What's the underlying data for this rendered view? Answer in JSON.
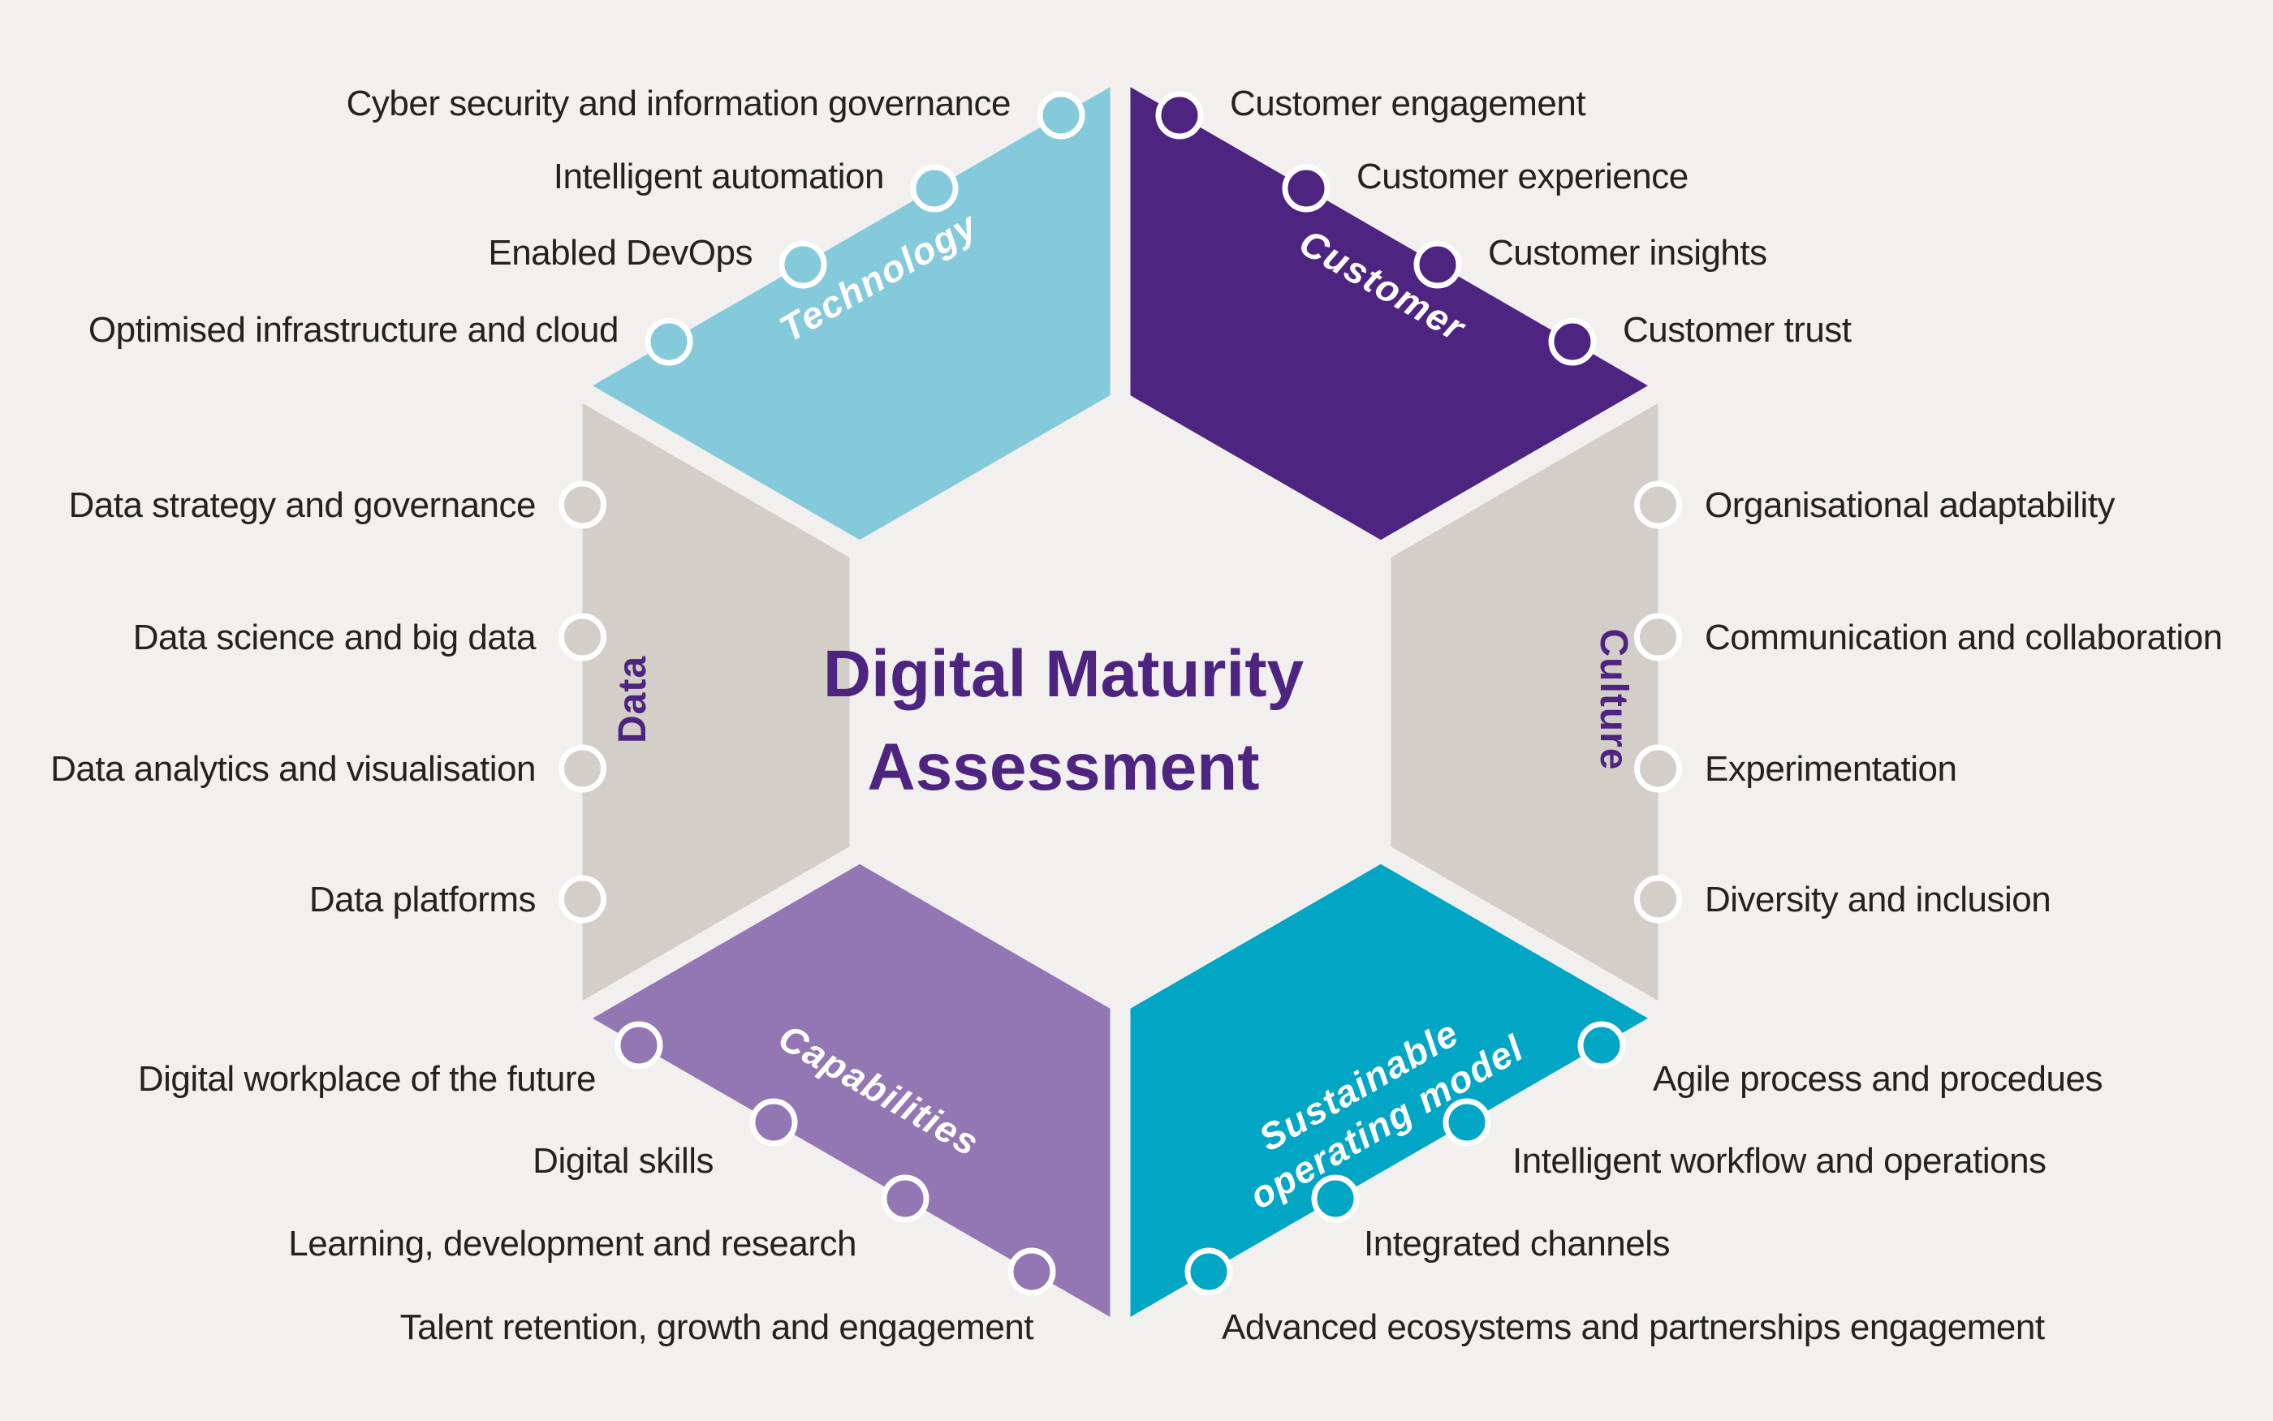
{
  "title": {
    "line1": "Digital Maturity",
    "line2": "Assessment"
  },
  "colors": {
    "background": "#f2f0ee",
    "title_text": "#4e2481",
    "item_text": "#232220",
    "dot_ring": "#ffffff"
  },
  "segments": [
    {
      "id": "technology",
      "label": "Technology",
      "color": "#85cadb",
      "label_color": "#ffffff",
      "items": [
        "Cyber security and information governance",
        "Intelligent automation",
        "Enabled DevOps",
        "Optimised infrastructure and cloud"
      ]
    },
    {
      "id": "customer",
      "label": "Customer",
      "color": "#4e2481",
      "label_color": "#ffffff",
      "items": [
        "Customer engagement",
        "Customer experience",
        "Customer insights",
        "Customer trust"
      ]
    },
    {
      "id": "culture",
      "label": "Culture",
      "color": "#d4cec8",
      "label_color": "#4e2481",
      "items": [
        "Organisational adaptability",
        "Communication and collaboration",
        "Experimentation",
        "Diversity and inclusion"
      ]
    },
    {
      "id": "sustainable-operating-model",
      "label": "Sustainable operating model",
      "label_line1": "Sustainable",
      "label_line2": "operating model",
      "color": "#00a6c3",
      "label_color": "#ffffff",
      "items": [
        "Agile process and procedues",
        "Intelligent workflow and operations",
        "Integrated channels",
        "Advanced ecosystems and partnerships engagement"
      ]
    },
    {
      "id": "capabilities",
      "label": "Capabilities",
      "color": "#9377b4",
      "label_color": "#ffffff",
      "items": [
        "Digital workplace of the future",
        "Digital skills",
        "Learning, development and research",
        "Talent retention, growth and engagement"
      ]
    },
    {
      "id": "data",
      "label": "Data",
      "color": "#d4cec8",
      "label_color": "#4e2481",
      "items": [
        "Data strategy and governance",
        "Data science and big data",
        "Data analytics and visualisation",
        "Data platforms"
      ]
    }
  ]
}
